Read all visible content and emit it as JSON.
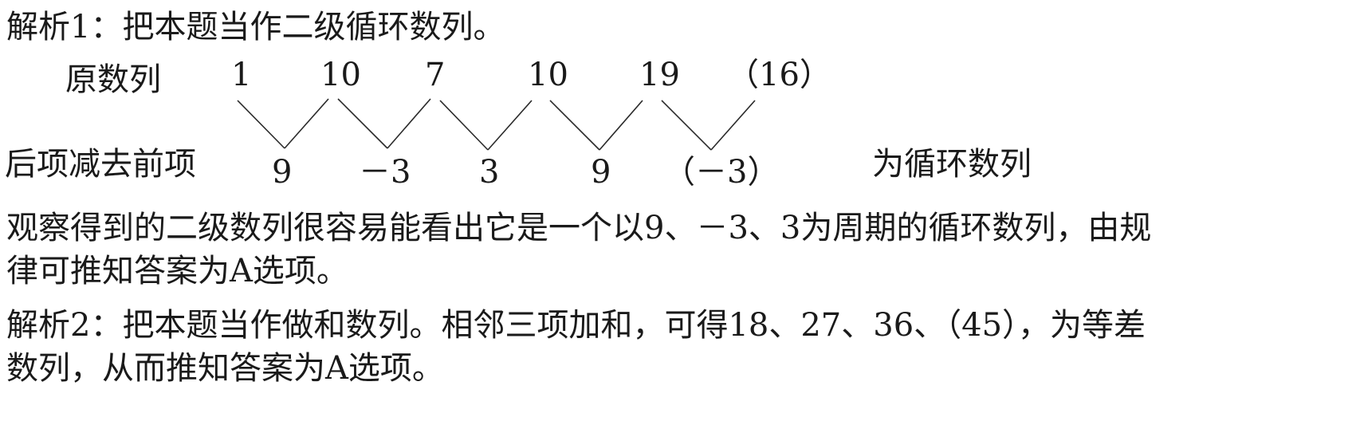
{
  "solution1": {
    "heading": "解析1：把本题当作二级循环数列。",
    "original_label": "原数列",
    "original_terms": [
      "1",
      "10",
      "7",
      "10",
      "19",
      "（16）"
    ],
    "difference_label": "后项减去前项",
    "differences": [
      "9",
      "－3",
      "3",
      "9",
      "（－3）"
    ],
    "cycle_note": "为循环数列",
    "explanation_line1": "观察得到的二级数列很容易能看出它是一个以9、－3、3为周期的循环数列，由规",
    "explanation_line2": "律可推知答案为A选项。"
  },
  "solution2": {
    "line1": "解析2：把本题当作做和数列。相邻三项加和，可得18、27、36、（45），为等差",
    "line2": "数列，从而推知答案为A选项。"
  }
}
